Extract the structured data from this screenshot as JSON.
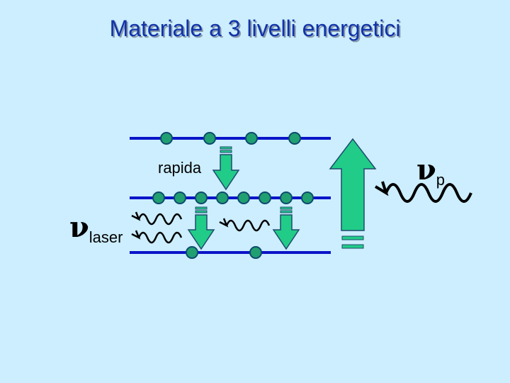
{
  "title": "Materiale a 3 livelli energetici",
  "rapida_label": "rapida",
  "laser_label": {
    "symbol": "ν",
    "subscript": "laser"
  },
  "pump_label": {
    "symbol": "ν",
    "subscript": "p"
  },
  "colors": {
    "background": "#cceeff",
    "title": "#1133aa",
    "level_line": "#0a14c8",
    "electron": "#20a070",
    "arrow_fill": "#20cc88",
    "arrow_stroke": "#1f4a6e"
  }
}
